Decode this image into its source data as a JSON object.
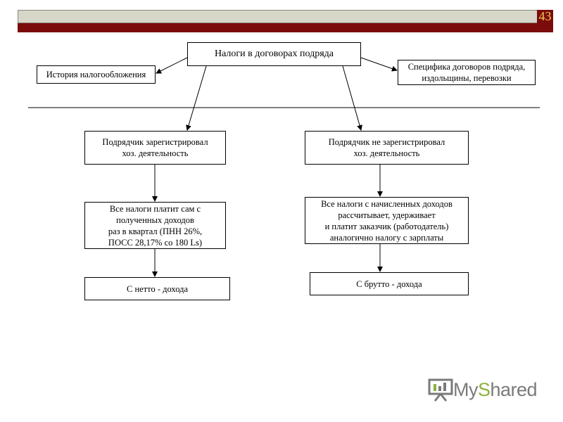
{
  "slide": {
    "number": "43"
  },
  "diagram": {
    "root": "Налоги в договорах подряда",
    "left_note": "История налогообложения",
    "right_note": "Специфика договоров подряда,\nиздольщины, перевозки",
    "left_branch": {
      "condition": "Подрядчик зарегистрировал\nхоз. деятельность",
      "rule": "Все налоги платит сам с\nполученных доходов\nраз в квартал (ПНН 26%,\nПОСС 28,17% со 180 Ls)",
      "result": "С нетто - дохода"
    },
    "right_branch": {
      "condition": "Подрядчик не зарегистрировал\nхоз. деятельность",
      "rule": "Все налоги с начисленных доходов\nрассчитывает, удерживает\nи платит заказчик (работодатель)\nаналогично налогу с зарплаты",
      "result": "С брутто - дохода"
    }
  },
  "watermark": {
    "brand_prefix": "My",
    "brand_s": "S",
    "brand_suffix": "hared",
    "icon": "presentation-board-icon"
  }
}
